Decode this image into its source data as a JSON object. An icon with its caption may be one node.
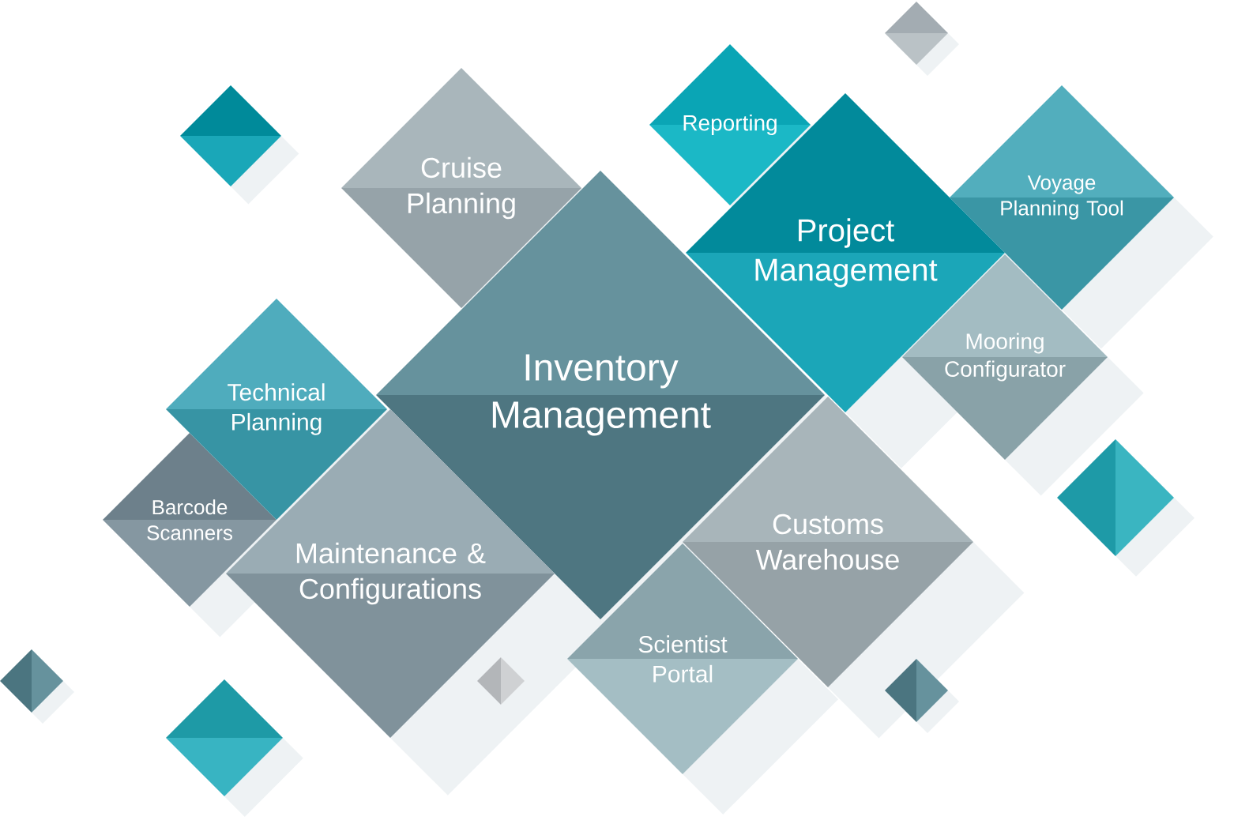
{
  "diagram": {
    "nodes": [
      {
        "text": [
          "Cruise Planning"
        ]
      },
      {
        "text": [
          "Reporting"
        ]
      },
      {
        "text": [
          "Project Management"
        ]
      },
      {
        "text": [
          "Voyage Planning Tool"
        ]
      },
      {
        "text": [
          "Technical Planning"
        ]
      },
      {
        "text": [
          "Inventory Management"
        ]
      },
      {
        "text": [
          "Mooring Configurator"
        ]
      },
      {
        "text": [
          "Barcode Scanners"
        ]
      },
      {
        "text": [
          "Maintenance & Configurations"
        ]
      },
      {
        "text": [
          "Customs Warehouse"
        ]
      },
      {
        "text": [
          "Scientist Portal"
        ]
      },
      {
        "text": [],
        "shape": "diamond"
      },
      {
        "text": [],
        "shape": "diamond"
      },
      {
        "text": [],
        "shape": "diamond"
      },
      {
        "text": [],
        "shape": "diamond"
      },
      {
        "text": [],
        "shape": "diamond"
      },
      {
        "text": [],
        "shape": "diamond"
      },
      {
        "text": [],
        "shape": "diamond"
      }
    ]
  }
}
